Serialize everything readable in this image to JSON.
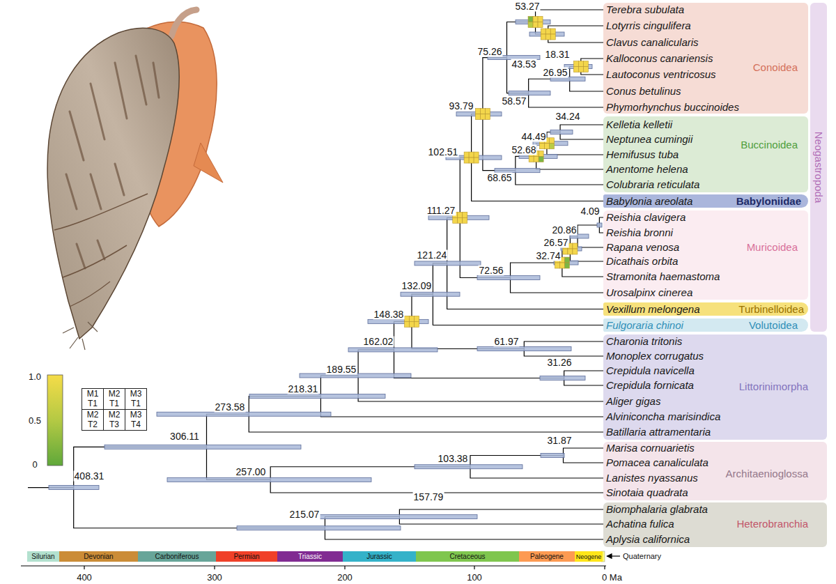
{
  "diagram": {
    "nodes": [
      {
        "text": [
          "Terebra subulata",
          "Lotyrris cingulifera",
          "Clavus canalicularis",
          "Kalloconus canariensis",
          "Lautoconus ventricosus",
          "Conus betulinus",
          "Phymorhynchus buccinoides",
          "Conoidea"
        ]
      },
      {
        "text": [
          "Kelletia kelletii",
          "Neptunea cumingii",
          "Hemifusus tuba",
          "Anentome helena",
          "Colubraria reticulata",
          "Buccinoidea"
        ]
      },
      {
        "text": [
          "Babylonia areolata",
          "Babyloniidae"
        ]
      },
      {
        "text": [
          "Reishia clavigera",
          "Reishia bronni",
          "Rapana venosa",
          "Dicathais orbita",
          "Stramonita haemastoma",
          "Urosalpinx cinerea",
          "Muricoidea"
        ]
      },
      {
        "text": [
          "Vexillum melongena",
          "Turbinelloidea"
        ]
      },
      {
        "text": [
          "Fulgoraria chinoi",
          "Volutoidea"
        ]
      },
      {
        "text": [
          "Neogastropoda"
        ]
      },
      {
        "text": [
          "Charonia tritonis",
          "Monoplex corrugatus",
          "Crepidula navicella",
          "Crepidula fornicata",
          "Aliger gigas",
          "Alviniconcha marisindica",
          "Batillaria attramentaria",
          "Littorinimorpha"
        ]
      },
      {
        "text": [
          "Marisa cornuarietis",
          "Pomacea canaliculata",
          "Lanistes nyassanus",
          "Sinotaia quadrata",
          "Architaenioglossa"
        ]
      },
      {
        "text": [
          "Biomphalaria glabrata",
          "Achatina fulica",
          "Aplysia californica",
          "Heterobranchia"
        ]
      },
      {
        "text": [
          "M1 T1"
        ]
      },
      {
        "text": [
          "M2 T1"
        ]
      },
      {
        "text": [
          "M3 T1"
        ]
      },
      {
        "text": [
          "M2 T2"
        ]
      },
      {
        "text": [
          "M2 T3"
        ]
      },
      {
        "text": [
          "M3 T4"
        ]
      },
      {
        "text": [
          "Silurian"
        ]
      },
      {
        "text": [
          "Devonian"
        ]
      },
      {
        "text": [
          "Carboniferous"
        ]
      },
      {
        "text": [
          "Permian"
        ]
      },
      {
        "text": [
          "Triassic"
        ]
      },
      {
        "text": [
          "Jurassic"
        ]
      },
      {
        "text": [
          "Cretaceous"
        ]
      },
      {
        "text": [
          "Paleogene"
        ]
      },
      {
        "text": [
          "Neogene"
        ]
      }
    ],
    "labels": [
      "53.27",
      "43.53",
      "75.26",
      "18.31",
      "26.95",
      "58.57",
      "93.79",
      "34.24",
      "44.49",
      "102.51",
      "52.68",
      "68.65",
      "111.27",
      "4.09",
      "20.86",
      "26.57",
      "32.74",
      "121.24",
      "72.56",
      "132.09",
      "148.38",
      "61.97",
      "189.55",
      "162.02",
      "31.26",
      "218.31",
      "273.58",
      "306.11",
      "31.87",
      "103.38",
      "257.00",
      "408.31",
      "157.79",
      "215.07",
      "1.0",
      "0.5",
      "0",
      "400",
      "300",
      "200",
      "100",
      "0 Ma",
      "Quaternary"
    ]
  }
}
